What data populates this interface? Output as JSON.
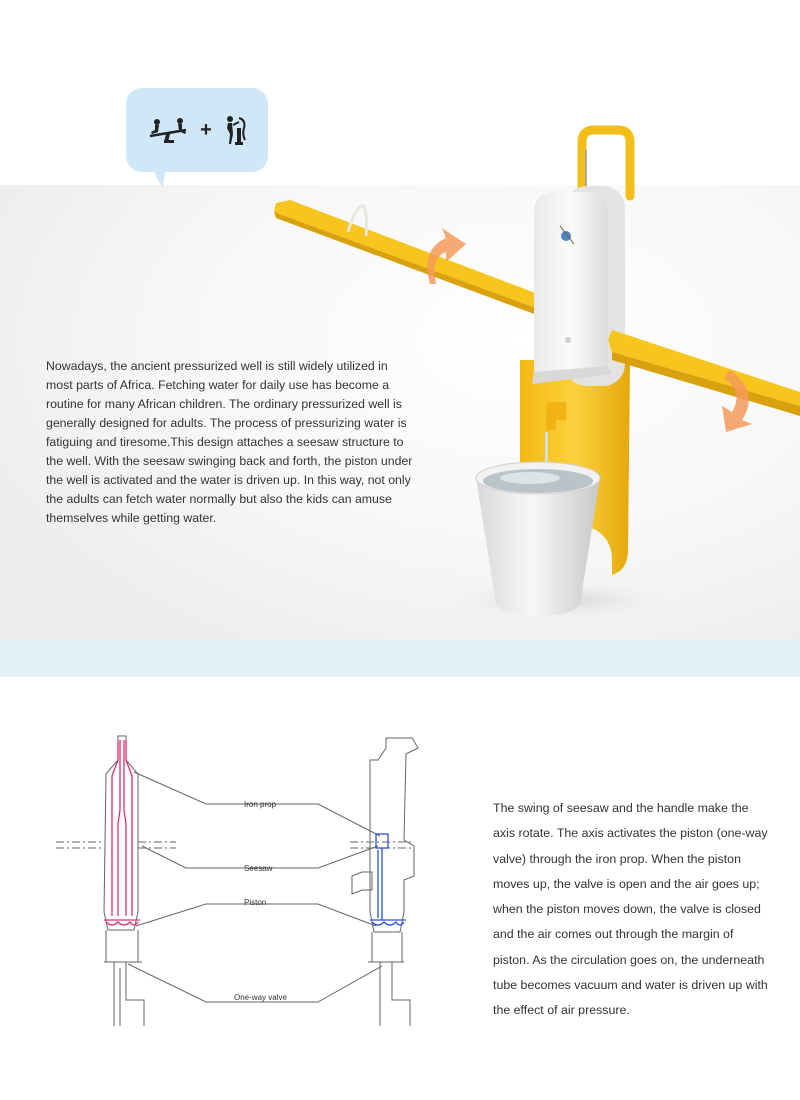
{
  "hero": {
    "icons": [
      "seesaw-icon",
      "water-pump-icon"
    ],
    "plus": "+",
    "intro_text": "Nowadays, the ancient pressurized well is still widely utilized in most parts of Africa. Fetching water for daily use has become a routine for many African children. The ordinary pressurized well is generally designed for adults. The process of pressurizing water is fatiguing and tiresome.This design attaches a seesaw structure to the well. With the seesaw swinging back and forth, the piston under the well is activated and the water is driven up. In this way, not only the adults can fetch water normally but also the kids can amuse themselves while getting water."
  },
  "diagram": {
    "labels": {
      "iron_prop": "Iron prop",
      "seesaw": "Seesaw",
      "piston": "Piston",
      "valve": "One-way valve"
    },
    "explanation": "The swing of seesaw and the handle make the axis rotate. The axis activates the piston (one-way valve) through the iron prop. When the piston moves up, the valve is open and the air goes up; when the piston moves down, the valve is closed and the air comes out through the margin of piston. As the circulation goes on, the underneath tube becomes vacuum and water is driven up with the effect of air pressure."
  },
  "colors": {
    "yellow": "#f7c51e",
    "bubble": "#cfe7f7",
    "band": "#e3f0f8",
    "arrow": "#f59a5a",
    "piston_red": "#e0306a",
    "piston_blue": "#2a4fd6"
  }
}
